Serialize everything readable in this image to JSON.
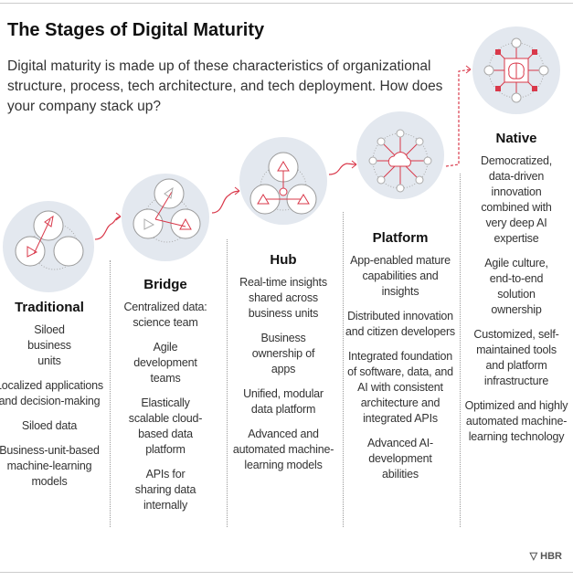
{
  "title": "The Stages of Digital Maturity",
  "subtitle": "Digital maturity is made up of these characteristics of organizational structure, process, tech architecture, and tech deployment. How does your company stack up?",
  "stages": [
    {
      "name": "Traditional",
      "items": [
        "Siloed business units",
        "Localized applications and decision-making",
        "Siloed data",
        "Business-unit-based machine-learning models"
      ]
    },
    {
      "name": "Bridge",
      "items": [
        "Centralized data: science team",
        "Agile development teams",
        "Elastically scalable cloud-based data platform",
        "APIs for sharing data internally"
      ]
    },
    {
      "name": "Hub",
      "items": [
        "Real-time insights shared across business units",
        "Business ownership of apps",
        "Unified, modular data platform",
        "Advanced and automated machine-learning models"
      ]
    },
    {
      "name": "Platform",
      "items": [
        "App-enabled mature capabilities and insights",
        "Distributed innovation and citizen developers",
        "Integrated foundation of software, data, and AI with consistent architecture and integrated APIs",
        "Advanced AI-development abilities"
      ]
    },
    {
      "name": "Native",
      "items": [
        "Democratized, data-driven innovation combined with very deep AI expertise",
        "Agile culture, end-to-end solution ownership",
        "Customized, self-maintained tools and platform infrastructure",
        "Optimized and highly automated machine-learning technology"
      ]
    }
  ],
  "source": "HBR",
  "colors": {
    "accent": "#d9384a",
    "circle": "#e3e8ef"
  }
}
